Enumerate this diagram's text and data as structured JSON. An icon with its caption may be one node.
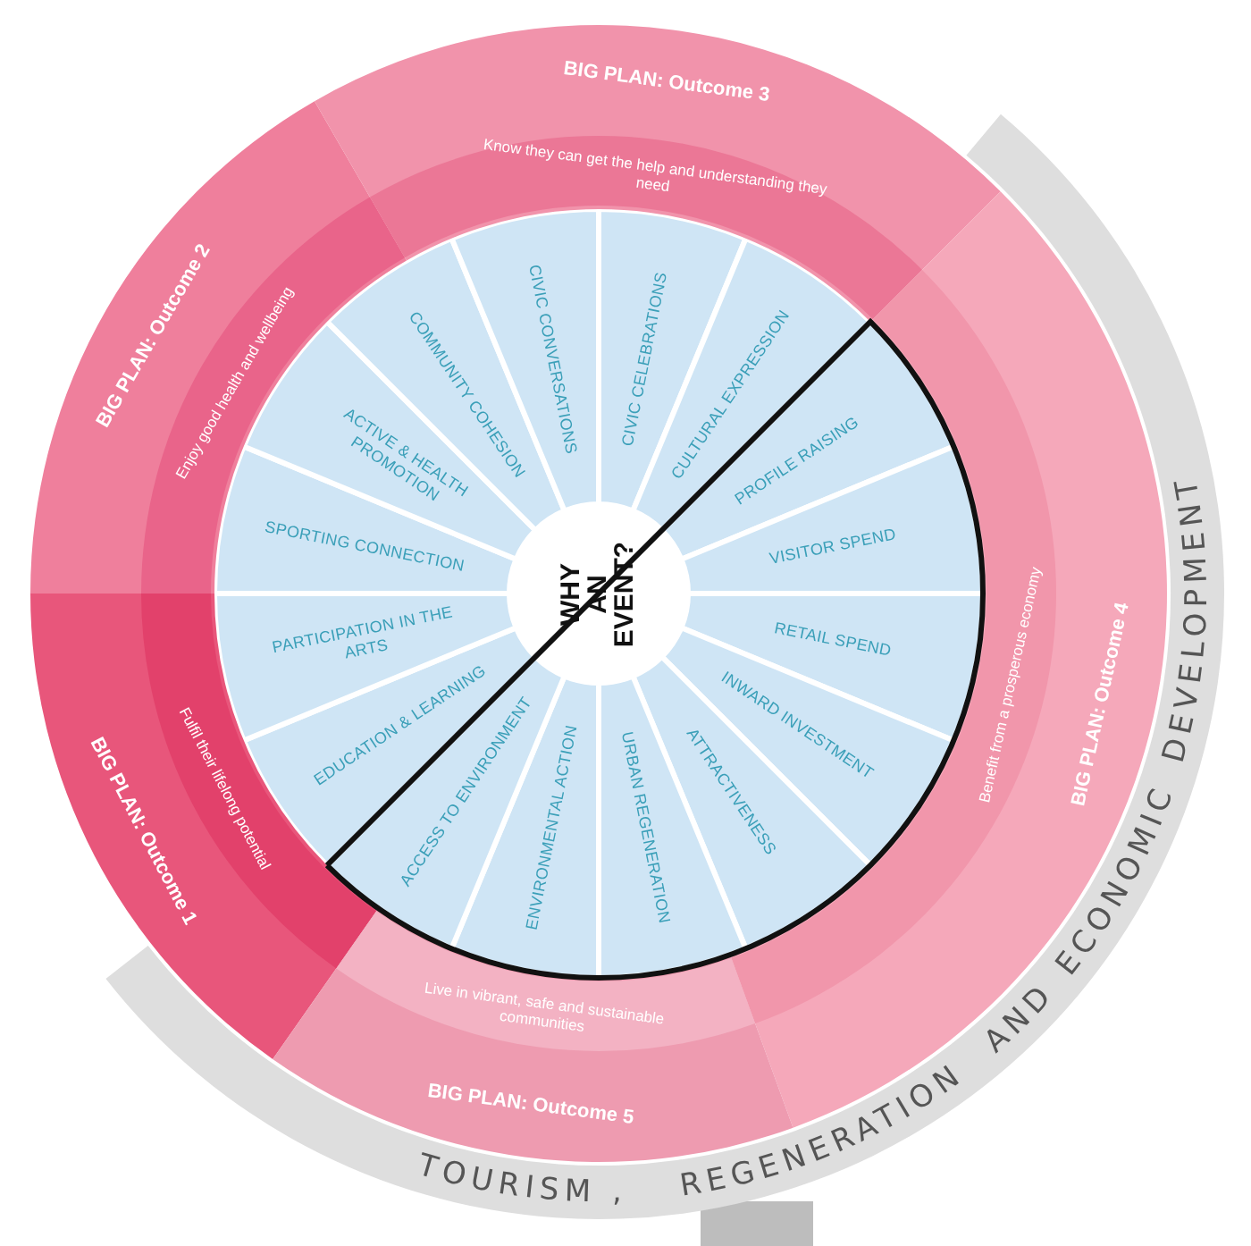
{
  "diagram": {
    "nodes": [
      {
        "text": [
          "WHY AN EVENT?"
        ]
      },
      {
        "text": [
          "CIVIC CELEBRATIONS"
        ]
      },
      {
        "text": [
          "CULTURAL EXPRESSION"
        ]
      },
      {
        "text": [
          "PROFILE RAISING"
        ]
      },
      {
        "text": [
          "VISITOR SPEND"
        ]
      },
      {
        "text": [
          "RETAIL SPEND"
        ]
      },
      {
        "text": [
          "INWARD INVESTMENT"
        ]
      },
      {
        "text": [
          "ATTRACTIVENESS"
        ]
      },
      {
        "text": [
          "URBAN REGENERATION"
        ]
      },
      {
        "text": [
          "ENVIRONMENTAL ACTION"
        ]
      },
      {
        "text": [
          "ACCESS TO ENVIRONMENT"
        ]
      },
      {
        "text": [
          "EDUCATION & LEARNING"
        ]
      },
      {
        "text": [
          "PARTICIPATION IN THE ARTS"
        ]
      },
      {
        "text": [
          "SPORTING CONNECTION"
        ]
      },
      {
        "text": [
          "ACTIVE & HEALTH PROMOTION"
        ]
      },
      {
        "text": [
          "COMMUNITY COHESION"
        ]
      },
      {
        "text": [
          "CIVIC CONVERSATIONS"
        ]
      },
      {
        "text": [
          "BIG PLAN: Outcome 1",
          "Fulfil their lifelong potential"
        ]
      },
      {
        "text": [
          "BIG PLAN: Outcome 2",
          "Enjoy good health and wellbeing"
        ]
      },
      {
        "text": [
          "BIG PLAN: Outcome 3",
          "Know they can get the help and understanding they need"
        ]
      },
      {
        "text": [
          "BIG PLAN: Outcome 4",
          "Benefit from a prosperous economy"
        ]
      },
      {
        "text": [
          "BIG PLAN: Outcome 5",
          "Live in vibrant, safe and sustainable communities"
        ]
      },
      {
        "text": [
          "TOURISM ,",
          "REGENERATION",
          "AND",
          "ECONOMIC",
          "DEVELOPMENT"
        ]
      }
    ]
  }
}
